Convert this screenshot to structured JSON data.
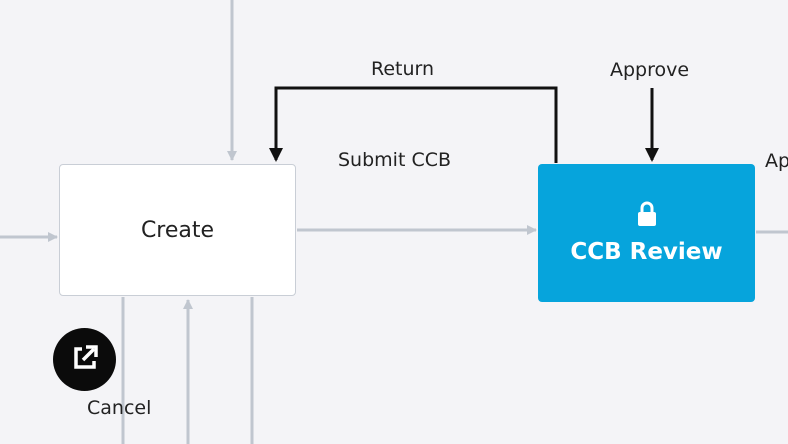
{
  "workflow": {
    "nodes": {
      "create": {
        "label": "Create"
      },
      "ccb_review": {
        "label": "CCB Review",
        "icon": "lock-icon",
        "color": "#06a4dc"
      }
    },
    "edges": {
      "return_label": "Return",
      "submit_label": "Submit CCB",
      "approve_label": "Approve",
      "cut_off_label": "Ap",
      "cancel_label": "Cancel"
    }
  },
  "controls": {
    "open_external_icon": "external-link-icon"
  },
  "colors": {
    "background": "#f4f4f7",
    "connector": "#c0c6cf",
    "active_connector": "#111111",
    "ccb_fill": "#06a4dc"
  }
}
